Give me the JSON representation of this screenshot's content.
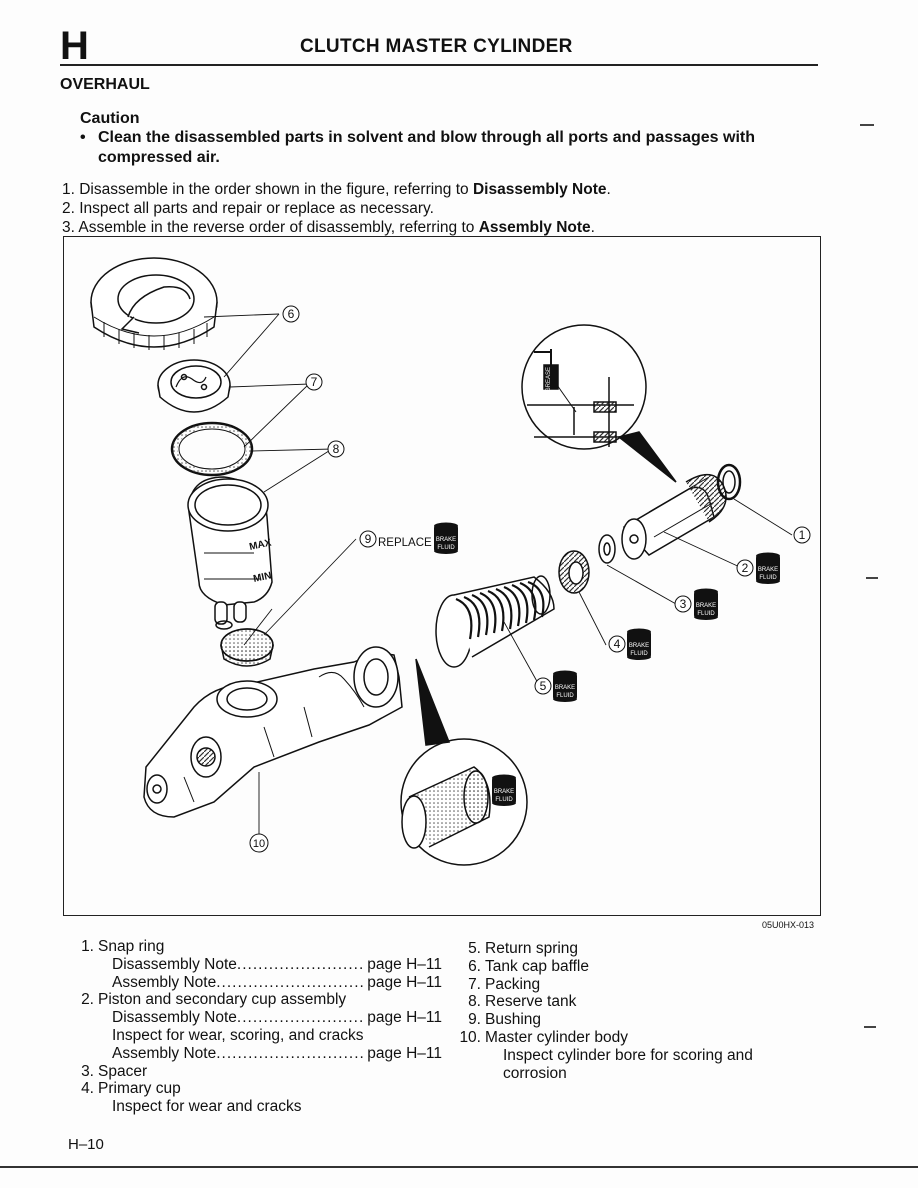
{
  "header": {
    "section_letter": "H",
    "title": "CLUTCH MASTER CYLINDER"
  },
  "section": {
    "heading": "OVERHAUL",
    "caution_label": "Caution",
    "caution_bullet": "•",
    "caution_text": "Clean the disassembled parts in solvent and blow through all ports and passages with compressed air."
  },
  "steps": [
    {
      "prefix": "1. Disassemble in the order shown in the figure, referring to ",
      "bold": "Disassembly Note",
      "suffix": "."
    },
    {
      "prefix": "2. Inspect all parts and repair or replace as necessary.",
      "bold": "",
      "suffix": ""
    },
    {
      "prefix": "3. Assemble in the reverse order of disassembly, referring to ",
      "bold": "Assembly Note",
      "suffix": "."
    }
  ],
  "figure": {
    "code": "05U0HX-013",
    "replace_label": "REPLACE",
    "badge_line1": "BRAKE",
    "badge_line2": "FLUID",
    "grease_label": "GREASE",
    "max_label": "MAX",
    "min_label": "MIN",
    "callouts": [
      "1",
      "2",
      "3",
      "4",
      "5",
      "6",
      "7",
      "8",
      "9",
      "10"
    ]
  },
  "legend": {
    "left": [
      {
        "num": "1.",
        "name": "Snap ring",
        "subs": [
          {
            "label": "Disassembly Note",
            "dots": "..................................",
            "page": "page H–11"
          },
          {
            "label": "Assembly Note",
            "dots": "..................................",
            "page": "page H–11"
          }
        ]
      },
      {
        "num": "2.",
        "name": "Piston and secondary cup assembly",
        "subs": [
          {
            "label": "Disassembly Note",
            "dots": "..................................",
            "page": "page H–11"
          },
          {
            "label": "Inspect for wear, scoring, and cracks",
            "dots": "",
            "page": ""
          },
          {
            "label": "Assembly Note",
            "dots": "..................................",
            "page": "page H–11"
          }
        ]
      },
      {
        "num": "3.",
        "name": "Spacer",
        "subs": []
      },
      {
        "num": "4.",
        "name": "Primary cup",
        "subs": [
          {
            "label": "Inspect for wear and cracks",
            "dots": "",
            "page": ""
          }
        ]
      }
    ],
    "right": [
      {
        "num": "5.",
        "name": "Return spring",
        "subs": []
      },
      {
        "num": "6.",
        "name": "Tank cap baffle",
        "subs": []
      },
      {
        "num": "7.",
        "name": "Packing",
        "subs": []
      },
      {
        "num": "8.",
        "name": "Reserve tank",
        "subs": []
      },
      {
        "num": "9.",
        "name": "Bushing",
        "subs": []
      },
      {
        "num": "10.",
        "name": "Master cylinder body",
        "subs": [
          {
            "label": "Inspect cylinder bore for scoring and corrosion"
          }
        ]
      }
    ]
  },
  "footer": {
    "page_number": "H–10"
  }
}
